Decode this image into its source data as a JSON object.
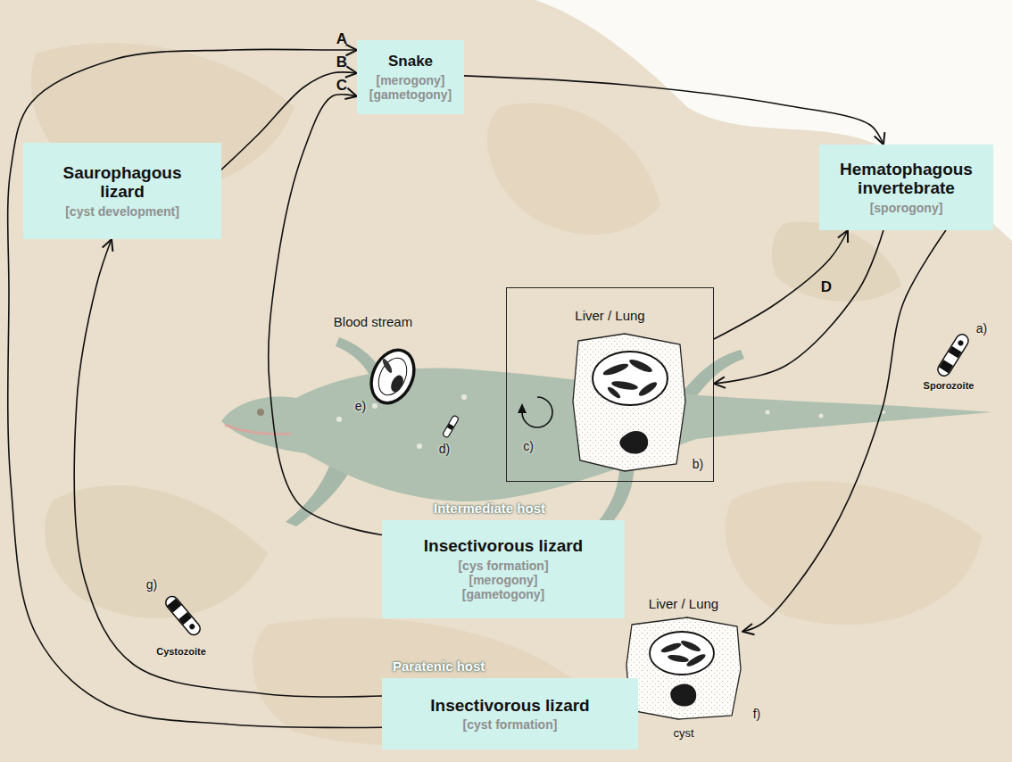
{
  "diagram": {
    "nodes": [
      {
        "text": [
          "Snake",
          "[merogony] [gametogony]"
        ]
      },
      {
        "text": [
          "Saurophagous lizard",
          "[cyst development]"
        ]
      },
      {
        "text": [
          "Hematophagous invertebrate",
          "[sporogony]"
        ]
      },
      {
        "text": [
          "Liver / Lung"
        ]
      },
      {
        "text": [
          "Intermediate host",
          "Insectivorous lizard",
          "[cys formation] [merogony] [gametogony]"
        ]
      },
      {
        "text": [
          "Liver / Lung"
        ]
      },
      {
        "text": [
          "Paratenic host",
          "Insectivorous lizard",
          "[cyst formation]"
        ]
      }
    ],
    "edges": [
      {
        "from": 6,
        "to": 0,
        "label": "A",
        "arrow": "to"
      },
      {
        "from": 1,
        "to": 0,
        "label": "B",
        "arrow": "to"
      },
      {
        "from": 4,
        "to": 0,
        "label": "C",
        "arrow": "to"
      },
      {
        "from": 0,
        "to": 2,
        "arrow": "to"
      },
      {
        "from": 3,
        "to": 2,
        "label": "D",
        "arrow": "to"
      },
      {
        "from": 2,
        "to": 3,
        "arrow": "to"
      },
      {
        "from": 2,
        "to": 5,
        "arrow": "to"
      },
      {
        "from": 6,
        "to": 1,
        "arrow": "to"
      }
    ],
    "labels": [
      "Blood stream",
      "e)",
      "d)",
      "c)",
      "b)",
      "a)",
      "Sporozoite",
      "g)",
      "Cystozoite",
      "f)",
      "cyst"
    ]
  }
}
